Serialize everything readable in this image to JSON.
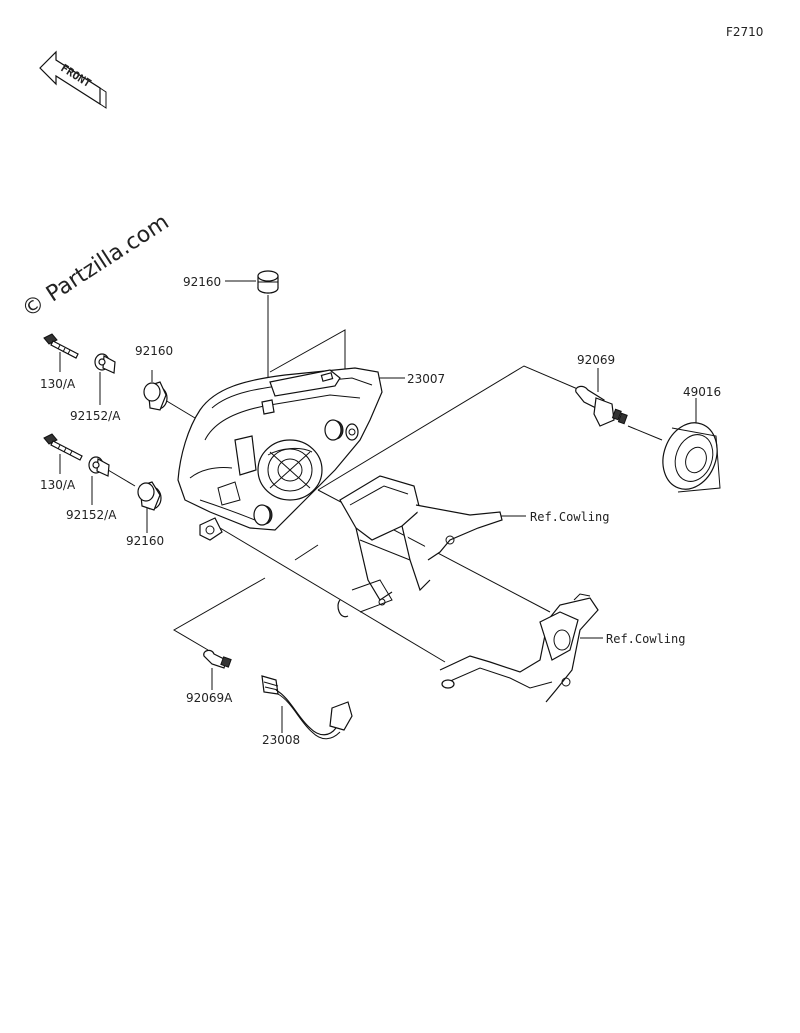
{
  "figure_code": "F2710",
  "watermark": "© Partzilla.com",
  "front_arrow_label": "FRONT",
  "callouts": {
    "p92160_top": "92160",
    "p23007": "23007",
    "p92160_upper": "92160",
    "p130A_upper": "130/A",
    "p92152A_upper": "92152/A",
    "p130A_lower": "130/A",
    "p92152A_lower": "92152/A",
    "p92160_lower": "92160",
    "p92069": "92069",
    "p49016": "49016",
    "ref_cowling_1": "Ref.Cowling",
    "ref_cowling_2": "Ref.Cowling",
    "p92069A": "92069A",
    "p23008": "23008"
  }
}
